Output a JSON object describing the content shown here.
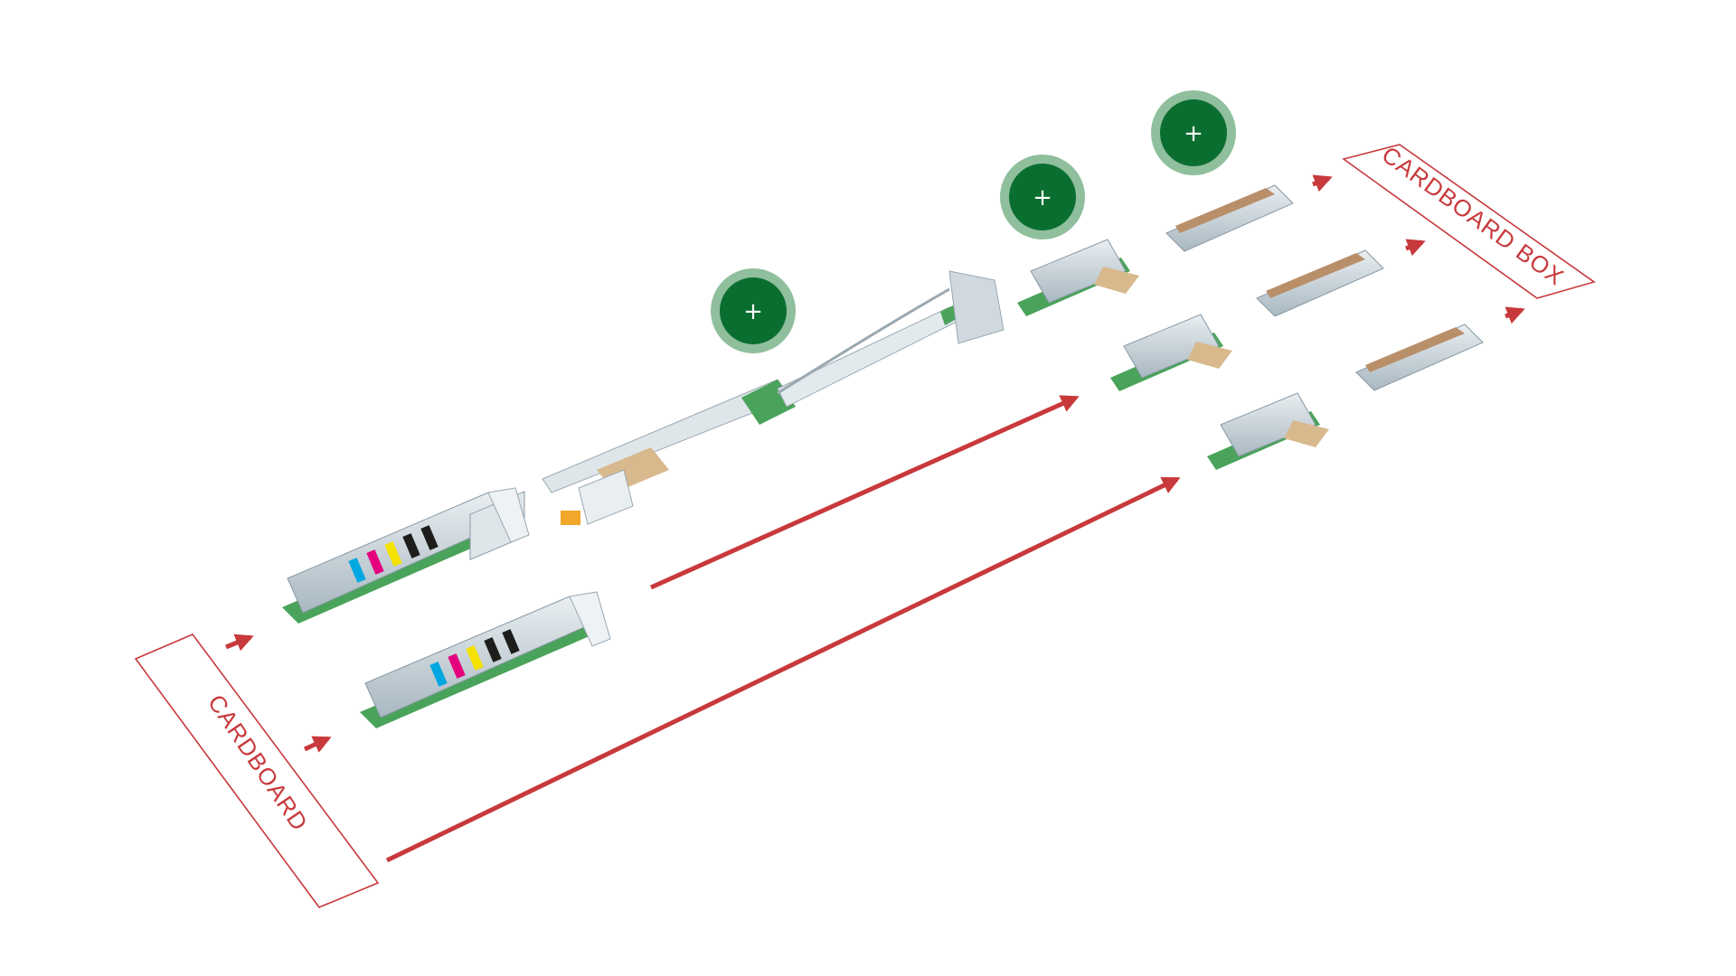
{
  "labels": {
    "input": "CARDBOARD",
    "output": "CARDBOARD BOX"
  },
  "hotspot_glyph": "+",
  "hotspots": [
    {
      "name": "hotspot-corrugator-line"
    },
    {
      "name": "hotspot-die-cutter-row"
    },
    {
      "name": "hotspot-folder-gluer-row"
    }
  ],
  "colors": {
    "flow_red": "#c8393b",
    "hotspot_green": "#0b6e31",
    "hotspot_halo": "#8fbf9d",
    "machine_green": "#4aa35a",
    "machine_frame": "#c6d2d9"
  },
  "ink_colors": [
    "#00a7e1",
    "#e5007e",
    "#f5e200",
    "#1d1d1b",
    "#1d1d1b"
  ],
  "icons": {
    "hotspot": "plus-icon",
    "flow": "arrow-right-icon"
  }
}
